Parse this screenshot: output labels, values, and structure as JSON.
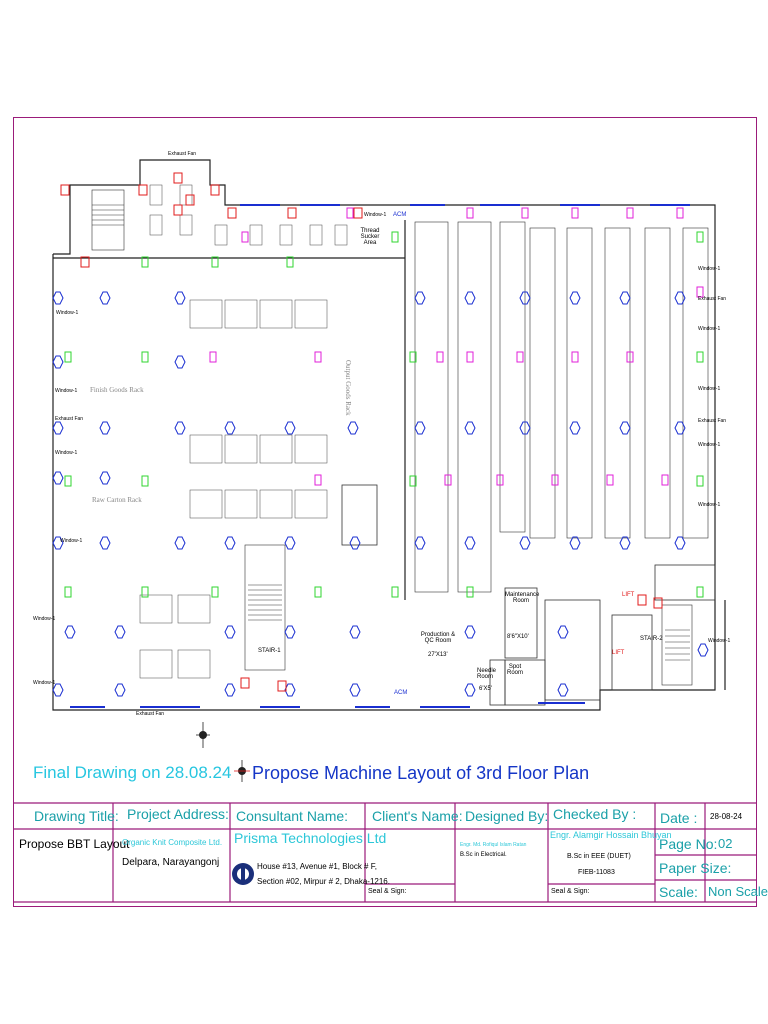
{
  "drawing": {
    "final_note": "Final Drawing on 28.08.24",
    "main_title": "Propose Machine Layout of 3rd Floor Plan"
  },
  "plan_labels": {
    "exhaust_top": "Exhaust Fan",
    "exhaust_bottom": "Exhaust Fan",
    "finish_goods_rack": "Finish Goods Rack",
    "raw_carton_rack": "Raw Carton Rack",
    "output_goods_rack": "Output Goods Rack",
    "thread_sucker": "Thread Sucker Area",
    "maintenance_room": "Maintenance Room",
    "maintenance_size": "8'6\"X10'",
    "production_qc": "Production & QC Room",
    "production_qc_size": "27'X13'",
    "needle_room": "Needle Room",
    "needle_size": "6'X5'",
    "spot_room": "Spot Room",
    "stair1": "STAIR-1",
    "stair2": "STAIR-2",
    "lift1": "LIFT",
    "lift2": "LIFT",
    "acm1": "ACM",
    "acm2": "ACM",
    "window": "Window-1",
    "exhaust_fan_side": "Exhaust Fan"
  },
  "title_block": {
    "drawing_title_head": "Drawing Title:",
    "drawing_title_val": "Propose BBT Layout",
    "project_address_head": "Project Address:",
    "project_company": "Organic Knit Composite Ltd.",
    "project_location": "Delpara, Narayangonj",
    "consultant_head": "Consultant Name:",
    "consultant_name": "Prisma Technologies Ltd",
    "consultant_addr1": "House #13, Avenue #1, Block # F,",
    "consultant_addr2": "Section #02, Mirpur # 2, Dhaka-1216.",
    "client_head": "Client's Name:",
    "client_seal": "Seal & Sign:",
    "designed_head": "Designed By:",
    "designed_name": "Engr. Md. Rofiqul Islam Ratan",
    "designed_deg": "B.Sc in Electrical.",
    "checked_head": "Checked By :",
    "checked_name": "Engr. Alamgir Hossain Bhuyan",
    "checked_deg": "B.Sc in EEE (DUET)",
    "checked_id": "FIEB-11083",
    "checked_seal": "Seal & Sign:",
    "date_head": "Date :",
    "date_val": "28-08-24",
    "page_head": "Page No:",
    "page_val": "02",
    "paper_head": "Paper Size:",
    "paper_val": "",
    "scale_head": "Scale:",
    "scale_val": "Non Scale"
  },
  "colors": {
    "frame": "#9b1b7a",
    "wall": "#222222",
    "green": "#2fd62f",
    "blue": "#1a2fd1",
    "magenta": "#e21fd9",
    "red": "#e01b1b",
    "cyan": "#27c6e0"
  }
}
